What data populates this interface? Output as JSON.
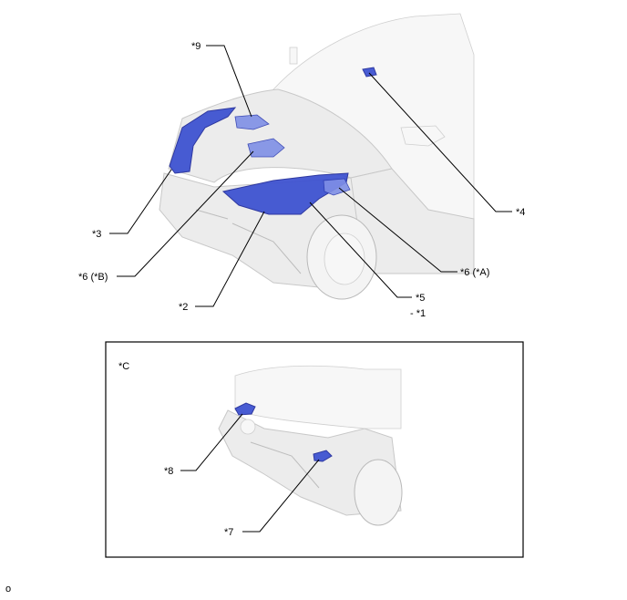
{
  "callouts": {
    "c9": "*9",
    "c4": "*4",
    "c3": "*3",
    "c6b": "*6 (*B)",
    "c6a": "*6 (*A)",
    "c2": "*2",
    "c5": "*5",
    "c1": "- *1",
    "inset_label": "*C",
    "c8": "*8",
    "c7": "*7"
  },
  "footer_code": "o",
  "colors": {
    "part_blue": "#3a4fd0",
    "body_gray": "#ececec"
  }
}
